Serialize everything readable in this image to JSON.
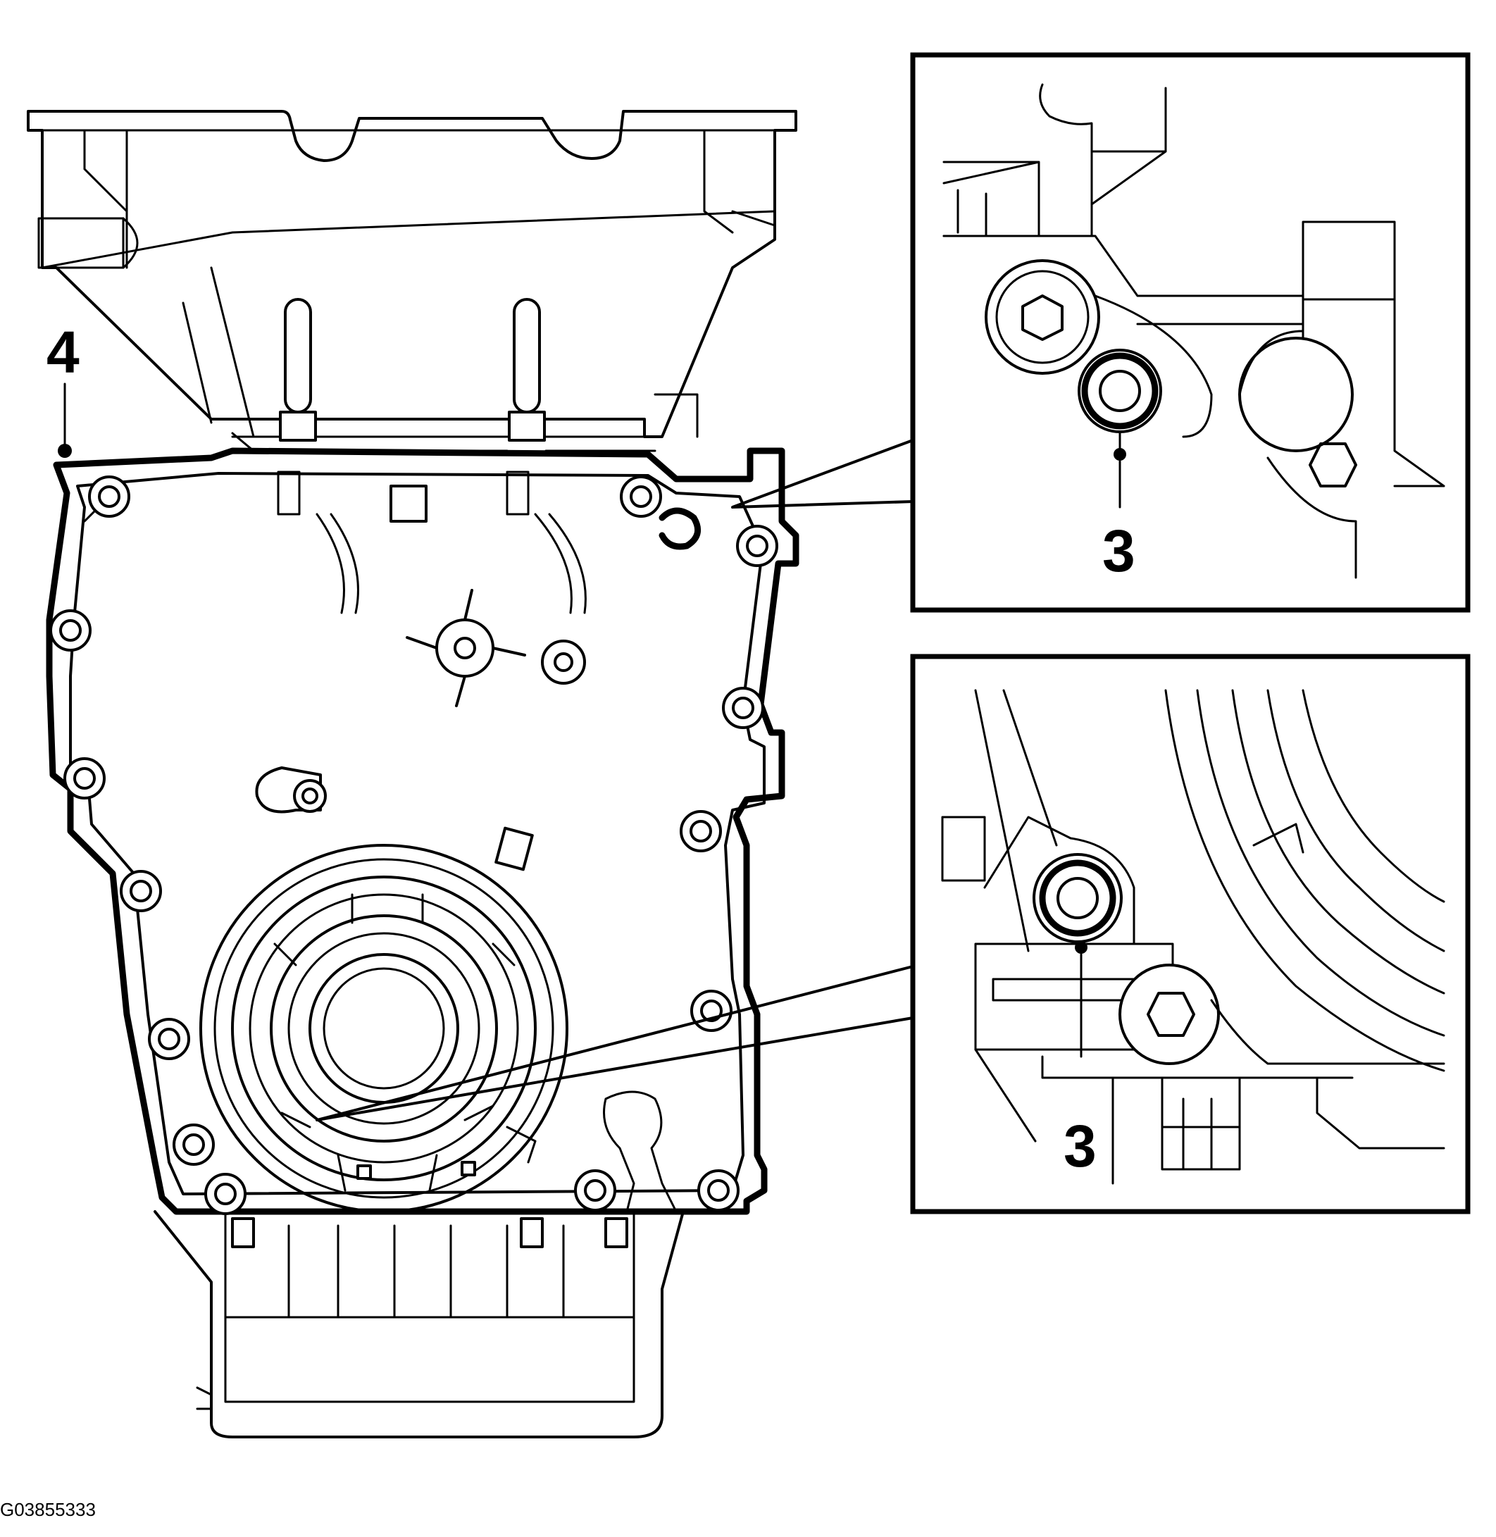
{
  "figure": {
    "id_label": "G03855333"
  },
  "callouts": {
    "main_label": "4",
    "detail_top_label": "3",
    "detail_bottom_label": "3"
  }
}
